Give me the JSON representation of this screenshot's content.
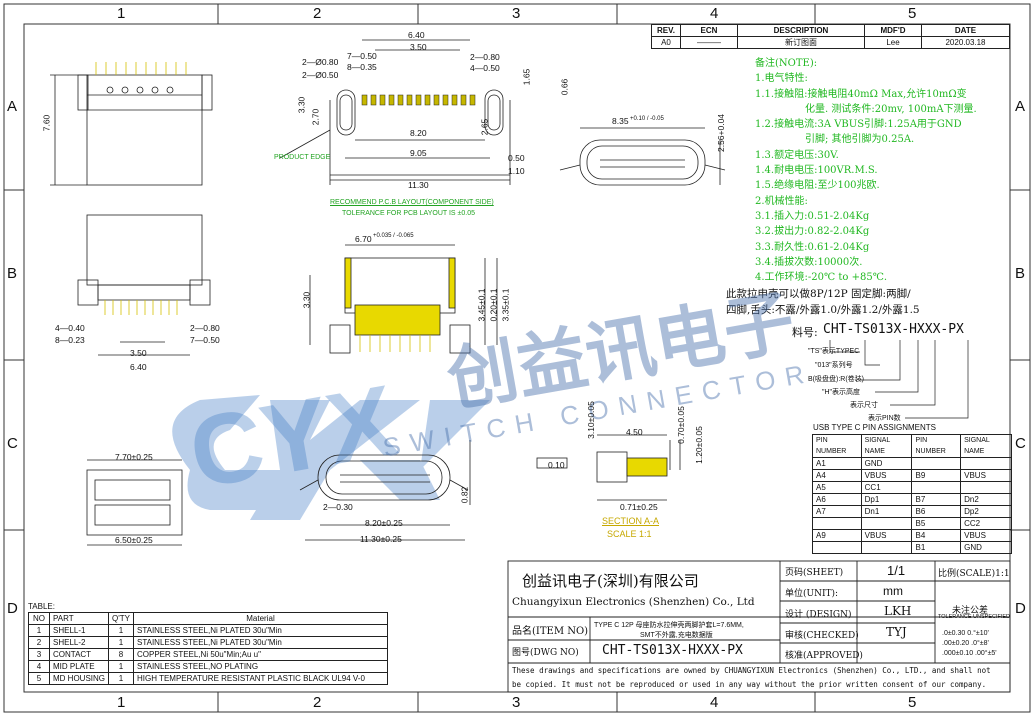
{
  "border": {
    "columns": [
      "1",
      "2",
      "3",
      "4",
      "5"
    ],
    "rows": [
      "A",
      "B",
      "C",
      "D"
    ]
  },
  "revision_table": {
    "headers": [
      "REV.",
      "ECN",
      "DESCRIPTION",
      "MDF'D",
      "DATE"
    ],
    "row": [
      "A0",
      "———",
      "新订图面",
      "Lee",
      "2020.03.18"
    ]
  },
  "notes": {
    "title": "备注(NOTE):",
    "lines": [
      "1.电气特性:",
      "1.1.接触阻:接触电阻40mΩ Max,允许10mΩ变",
      "化量. 测试条件:20mv, 100mA下测量.",
      "1.2.接触电流:3A VBUS引脚:1.25A用于GND",
      "引脚; 其他引脚为0.25A.",
      "1.3.额定电压:30V.",
      "1.4.耐电电压:100VR.M.S.",
      "1.5.绝缘电阻:至少100兆欧.",
      "2.机械性能:",
      "3.1.插入力:0.51-2.04Kg",
      "3.2.拔出力:0.82-2.04Kg",
      "3.3.耐久性:0.61-2.04Kg",
      "3.4.插拔次数:10000次.",
      "4.工作环境:-20℃ to +85℃."
    ]
  },
  "variant_text": {
    "line1": "此款拉申壳可以做8P/12P        固定脚:两脚/",
    "line2": "四脚,舌头:不露/外露1.0/外露1.2/外露1.5",
    "part_label": "料号:",
    "part_code": "CHT-TS013X-HXXX-PX",
    "legend": [
      "\"TS\"表示TYPEC",
      "\"013\"系列号",
      "B(吸盘盘):R(卷装)",
      "\"H\"表示高度",
      "表示尺寸",
      "表示PIN数"
    ]
  },
  "pin_assignments": {
    "title": "USB TYPE C PIN ASSIGNMENTS",
    "headers": [
      "PIN NUMBER",
      "SIGNAL NAME",
      "PIN NUMBER",
      "SIGNAL NAME"
    ],
    "rows": [
      [
        "A1",
        "GND",
        "",
        ""
      ],
      [
        "A4",
        "VBUS",
        "B9",
        "VBUS"
      ],
      [
        "A5",
        "CC1",
        "",
        ""
      ],
      [
        "A6",
        "Dp1",
        "B7",
        "Dn2"
      ],
      [
        "A7",
        "Dn1",
        "B6",
        "Dp2"
      ],
      [
        "",
        "",
        "B5",
        "CC2"
      ],
      [
        "A9",
        "VBUS",
        "B4",
        "VBUS"
      ],
      [
        "",
        "",
        "B1",
        "GND"
      ]
    ]
  },
  "material_table": {
    "title": "TABLE:",
    "headers": [
      "NO",
      "PART",
      "Q'TY",
      "Material"
    ],
    "rows": [
      [
        "1",
        "SHELL-1",
        "1",
        "STAINLESS STEEL,Ni PLATED 30u\"Min"
      ],
      [
        "2",
        "SHELL-2",
        "1",
        "STAINLESS STEEL,Ni PLATED 30u\"Min"
      ],
      [
        "3",
        "CONTACT",
        "8",
        "COPPER STEEL,Ni 50u\"Min;Au u\""
      ],
      [
        "4",
        "MID PLATE",
        "1",
        "STAINLESS STEEL,NO PLATING"
      ],
      [
        "5",
        "MD HOUSING",
        "1",
        "HIGH TEMPERATURE RESISTANT PLASTIC BLACK UL94 V-0"
      ]
    ]
  },
  "title_block": {
    "company_cn": "创益讯电子(深圳)有限公司",
    "company_en": "Chuangyixun Electronics (Shenzhen) Co., Ltd",
    "page_label": "页码(SHEET)",
    "page_value": "1/1",
    "scale_label": "比例(SCALE)1:1",
    "unit_label": "单位(UNIT):",
    "unit_value": "mm",
    "design_label": "设计 (DESIGN)",
    "design_value": "LKH",
    "name_label": "品名(ITEM NO)",
    "name_value_1": "TYPE C 12P 母座防水拉伸壳两脚护套L=7.6MM,",
    "name_value_2": "SMT不外露,充电数据版",
    "check_label": "审核(CHECKED)",
    "check_value": "TYJ",
    "dwg_label": "图号(DWG NO)",
    "dwg_value": "CHT-TS013X-HXXX-PX",
    "approve_label": "核准(APPROVED)",
    "tolerance_title": "未注公差",
    "tolerance_en": "TOLERANCE UNSPECIFIED",
    "tol_rows": [
      ".0±0.30   0.°±10'",
      ".00±0.20  .0°±8'",
      ".000±0.10 .00°±5'"
    ],
    "footer_1": "These drawings and specifications are owned by CHUANGYIXUN Electronics (Shenzhen) Co., LTD., and shall not",
    "footer_2": "be copied. It must not be reproduced or used in any way without the prior written consent of our company."
  },
  "drawing_labels": {
    "recommend": "RECOMMEND P.C.B LAYOUT(COMPONENT SIDE)",
    "tolerance": "TOLERANCE FOR PCB LAYOUT IS ±0.05",
    "product_edge": "PRODUCT EDGE",
    "section": "SECTION A-A",
    "section_scale": "SCALE 1:1",
    "watermark_brand": "创益讯电子",
    "watermark_logo": "CYX",
    "watermark_sub": "SWITCH CONNECTOR"
  },
  "dimensions": {
    "d640": "6.40",
    "d350": "3.50",
    "d280": "2—0.80",
    "d2080": "2—Ø0.80",
    "d2050": "2—Ø0.50",
    "d7050": "7—0.50",
    "d8035": "8—0.35",
    "d4050": "4—0.50",
    "d165": "1.65",
    "d066": "0.66",
    "d330": "3.30",
    "d270": "2.70",
    "d820": "8.20",
    "d265": "2.65",
    "d905": "9.05",
    "d050": "0.50",
    "d110": "1.10",
    "d1130": "11.30",
    "d760": "7.60",
    "d835": "8.35",
    "d835tol": "+0.10 / -0.05",
    "d256": "2.56+0.04",
    "d670": "6.70",
    "d670tol": "+0.035 / -0.065",
    "d345": "3.45±0.1",
    "d020": "0.20±0.1",
    "d335": "3.35±0.1",
    "d4040": "4—0.40",
    "d8023": "8—0.23",
    "d2080b": "2—0.80",
    "d7050b": "7—0.50",
    "d350b": "3.50",
    "d640b": "6.40",
    "d770": "7.70±0.25",
    "d650": "6.50±0.25",
    "d2030": "2—0.30",
    "d820b": "8.20±0.25",
    "d1130b": "11.30±0.25",
    "d082": "0.82",
    "d310": "3.10±0.05",
    "d450": "4.50",
    "d070": "0.70±0.05",
    "d120": "1.20±0.05",
    "d071": "0.71±0.25",
    "d010": "0.10"
  }
}
